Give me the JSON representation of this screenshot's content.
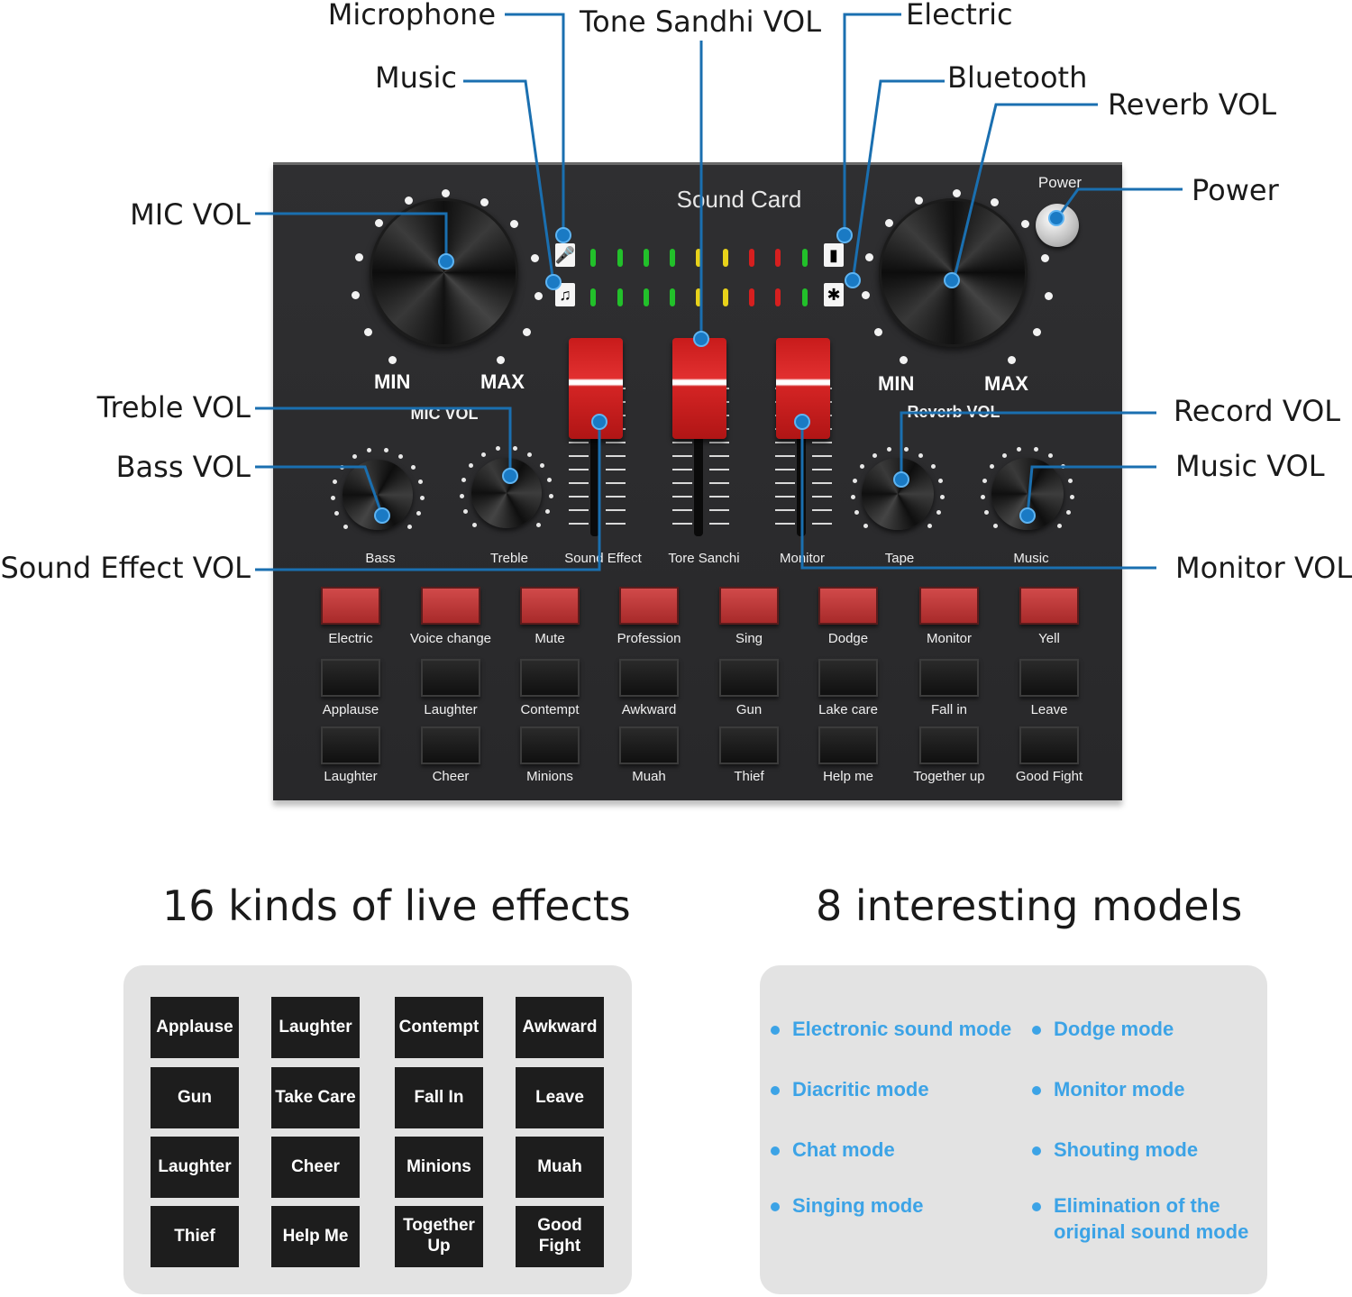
{
  "callouts": {
    "microphone": "Microphone",
    "tone_sandhi_vol": "Tone Sandhi VOL",
    "electric": "Electric",
    "music": "Music",
    "bluetooth": "Bluetooth",
    "reverb_vol": "Reverb VOL",
    "mic_vol": "MIC VOL",
    "power": "Power",
    "treble_vol": "Treble VOL",
    "bass_vol": "Bass VOL",
    "sound_effect_vol": "Sound Effect VOL",
    "record_vol": "Record VOL",
    "music_vol": "Music VOL",
    "monitor_vol": "Monitor VOL"
  },
  "device": {
    "title": "Sound Card",
    "power_label": "Power",
    "min": "MIN",
    "max": "MAX",
    "mic_vol_label": "MIC VOL",
    "reverb_vol_label": "Reverb VOL",
    "knob_labels": [
      "Bass",
      "Treble",
      "Tape",
      "Music"
    ],
    "fader_labels": [
      "Sound Effect",
      "Tore Sanchi",
      "Monitor"
    ],
    "mode_buttons": [
      "Electric",
      "Voice change",
      "Mute",
      "Profession",
      "Sing",
      "Dodge",
      "Monitor",
      "Yell"
    ],
    "effect_row1": [
      "Applause",
      "Laughter",
      "Contempt",
      "Awkward",
      "Gun",
      "Lake care",
      "Fall in",
      "Leave"
    ],
    "effect_row2": [
      "Laughter",
      "Cheer",
      "Minions",
      "Muah",
      "Thief",
      "Help me",
      "Together up",
      "Good Fight"
    ],
    "led_colors": [
      "#22c02a",
      "#22c02a",
      "#22c02a",
      "#22c02a",
      "#e8d21a",
      "#e8d21a",
      "#d61f1f",
      "#d61f1f",
      "#22c02a"
    ],
    "accent": "#1a7ac4"
  },
  "effects_section": {
    "title": "16 kinds of live effects",
    "tiles": [
      "Applause",
      "Laughter",
      "Contempt",
      "Awkward",
      "Gun",
      "Take Care",
      "Fall In",
      "Leave",
      "Laughter",
      "Cheer",
      "Minions",
      "Muah",
      "Thief",
      "Help Me",
      "Together Up",
      "Good Fight"
    ]
  },
  "models_section": {
    "title": "8 interesting models",
    "modes": [
      "Electronic sound mode",
      "Dodge mode",
      "Diacritic mode",
      "Monitor mode",
      "Chat mode",
      "Shouting mode",
      "Singing mode",
      "Elimination of the original sound mode"
    ],
    "color": "#3ca3e6"
  }
}
